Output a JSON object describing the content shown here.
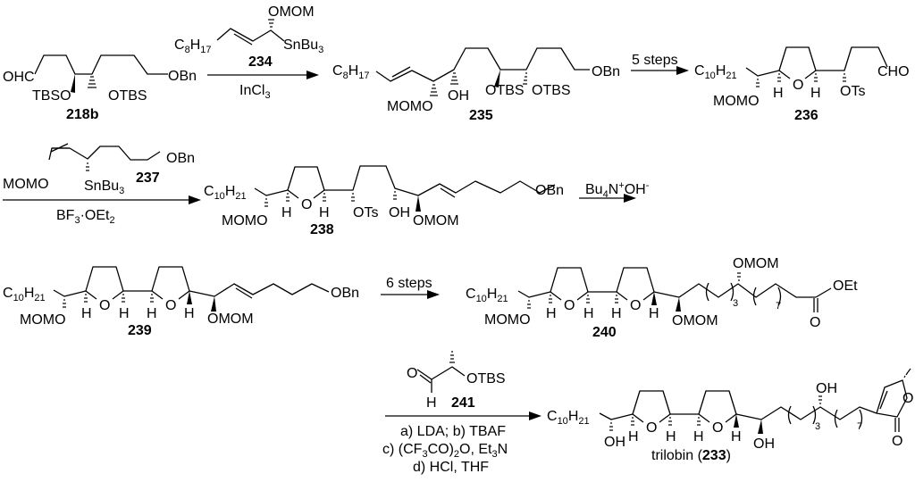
{
  "scheme": {
    "compounds": [
      {
        "id": "218b",
        "label": "218b",
        "groups": [
          "OHC",
          "TBSO",
          "OTBS",
          "OBn"
        ]
      },
      {
        "id": "234",
        "label": "234",
        "groups": [
          "OMOM",
          "C8H17",
          "SnBu3"
        ]
      },
      {
        "id": "235",
        "label": "235",
        "groups": [
          "C8H17",
          "MOMO",
          "OH",
          "OTBS",
          "OTBS",
          "OBn"
        ]
      },
      {
        "id": "236",
        "label": "236",
        "groups": [
          "C10H21",
          "MOMO",
          "H",
          "O",
          "H",
          "OTs",
          "CHO"
        ]
      },
      {
        "id": "237",
        "label": "237",
        "groups": [
          "MOMO",
          "SnBu3",
          "OBn"
        ]
      },
      {
        "id": "238",
        "label": "238",
        "groups": [
          "C10H21",
          "MOMO",
          "H",
          "O",
          "H",
          "OTs",
          "OH",
          "OMOM",
          "OBn"
        ]
      },
      {
        "id": "239",
        "label": "239",
        "groups": [
          "C10H21",
          "MOMO",
          "H",
          "O",
          "H",
          "H",
          "O",
          "H",
          "OMOM",
          "OBn"
        ]
      },
      {
        "id": "240",
        "label": "240",
        "groups": [
          "C10H21",
          "MOMO",
          "H",
          "O",
          "H",
          "H",
          "O",
          "H",
          "OMOM",
          "OMOM",
          "OEt",
          "O"
        ],
        "repeat_counts": [
          "3",
          "7"
        ]
      },
      {
        "id": "241",
        "label": "241",
        "groups": [
          "O",
          "H",
          "OTBS"
        ]
      },
      {
        "id": "233",
        "label": "trilobin (233)",
        "name": "trilobin",
        "number": "233",
        "groups": [
          "C10H21",
          "OH",
          "H",
          "O",
          "H",
          "H",
          "O",
          "H",
          "OH",
          "OH",
          "O",
          "O"
        ],
        "repeat_counts": [
          "3",
          "7"
        ]
      }
    ],
    "reactions": [
      {
        "from": "218b",
        "to": "235",
        "above": "234",
        "below": [
          "InCl3"
        ]
      },
      {
        "from": "235",
        "to": "236",
        "above": "5 steps",
        "below": []
      },
      {
        "from": "236",
        "to": "238",
        "above": "237",
        "below": [
          "BF3·OEt2"
        ]
      },
      {
        "from": "238",
        "to": "239",
        "above": "Bu4N+OH-",
        "below": []
      },
      {
        "from": "239",
        "to": "240",
        "above": "6 steps",
        "below": []
      },
      {
        "from": "240",
        "to": "233",
        "above": "241",
        "below": [
          "a) LDA; b) TBAF",
          "c) (CF3CO)2O, Et3N",
          "d) HCl, THF"
        ]
      }
    ],
    "text": {
      "ohc": "OHC",
      "tbso": "TBSO",
      "otbs": "OTBS",
      "obn": "OBn",
      "omom": "OMOM",
      "momo": "MOMO",
      "snbu": "SnBu",
      "sub3": "3",
      "c": "C",
      "h": "H",
      "sub8": "8",
      "sub17": "17",
      "sub10": "10",
      "sub21": "21",
      "incl": "InCl",
      "oh": "OH",
      "o": "O",
      "ots": "OTs",
      "cho": "CHO",
      "steps5": "5 steps",
      "steps6": "6 steps",
      "bf": "BF",
      "oet": "·OEt",
      "sub2": "2",
      "bu": "Bu",
      "sub4": "4",
      "nplus": "N",
      "plus": "+",
      "minus": "-",
      "oet_group": "OEt",
      "sub7": "7",
      "paren_open": "(",
      "paren_close": ")",
      "cond_a": "a) LDA; b) TBAF",
      "cond_c1": "c) (CF",
      "cond_c2": "CO)",
      "cond_c3": "O, Et",
      "cond_c4": "N",
      "cond_d": "d) HCl, THF",
      "trilobin": "trilobin (",
      "close": ")"
    }
  }
}
